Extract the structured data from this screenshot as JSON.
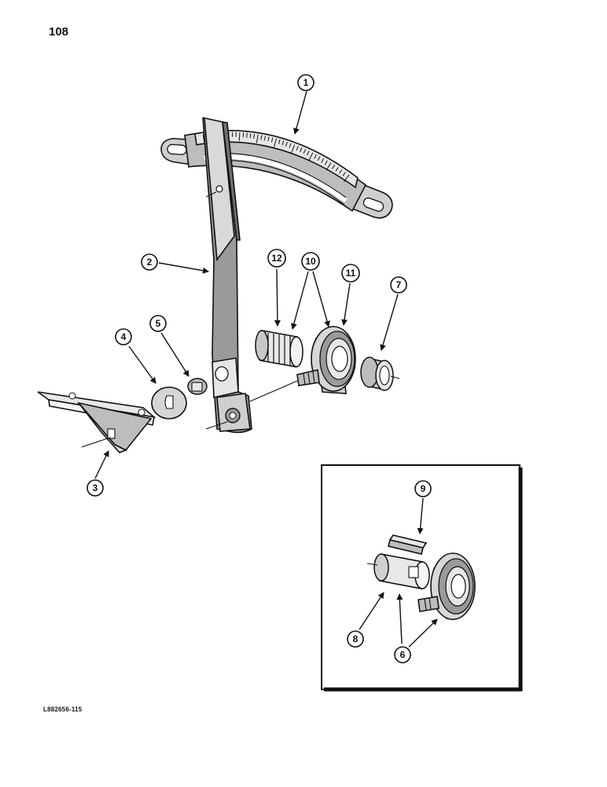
{
  "page_number": "108",
  "figure_code": "L882656-115",
  "callouts": {
    "c1": "1",
    "c2": "2",
    "c3": "3",
    "c4": "4",
    "c5": "5",
    "c6": "6",
    "c7": "7",
    "c8": "8",
    "c9": "9",
    "c10": "10",
    "c11": "11",
    "c12": "12"
  }
}
